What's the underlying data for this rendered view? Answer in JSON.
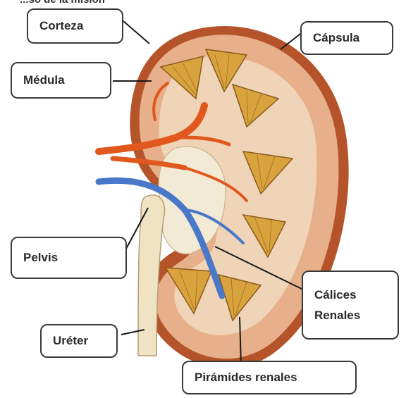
{
  "header_fragment": "...so de la misión",
  "labels": {
    "corteza": "Corteza",
    "capsula": "Cápsula",
    "medula": "Médula",
    "pelvis": "Pelvis",
    "calices_line1": "Cálices",
    "calices_line2": "Renales",
    "ureter": "Uréter",
    "piramides": "Pirámides renales"
  },
  "colors": {
    "capsule": "#b5532a",
    "cortex": "#e7b08a",
    "pyramid": "#d8a23c",
    "artery": "#e0581d",
    "vein": "#4a78c8",
    "pelvis": "#f3ead6",
    "ureter": "#efe3c4"
  }
}
